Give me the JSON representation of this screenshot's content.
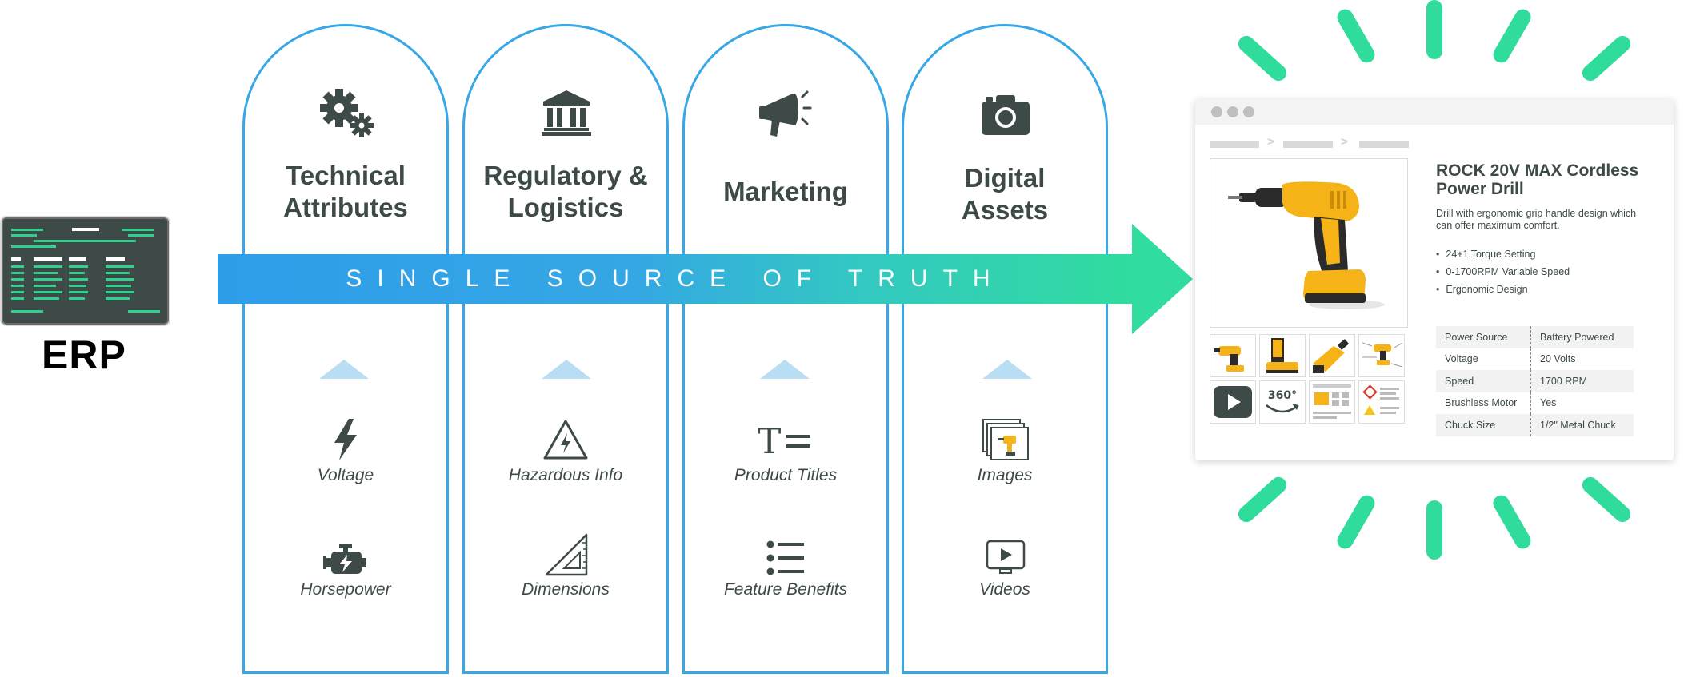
{
  "erp": {
    "label": "ERP",
    "icon": "erp-screen-icon"
  },
  "arrow": {
    "text": "SINGLE SOURCE OF TRUTH",
    "gradient": [
      "#2d9de9",
      "#30dc9e"
    ]
  },
  "colors": {
    "pillar_border": "#37a7e6",
    "triangle": "#b9def4",
    "burst": "#2fdc9c",
    "text": "#3d4a47"
  },
  "pillars": [
    {
      "title_lines": [
        "Technical",
        "Attributes"
      ],
      "icon": "gears-icon",
      "items": [
        {
          "label": "Voltage",
          "icon": "lightning-bolt-icon"
        },
        {
          "label": "Horsepower",
          "icon": "engine-icon"
        }
      ]
    },
    {
      "title_lines": [
        "Regulatory &",
        "Logistics"
      ],
      "icon": "institution-icon",
      "items": [
        {
          "label": "Hazardous Info",
          "icon": "hazard-warning-icon"
        },
        {
          "label": "Dimensions",
          "icon": "set-square-ruler-icon"
        }
      ]
    },
    {
      "title_lines": [
        "Marketing"
      ],
      "icon": "megaphone-icon",
      "items": [
        {
          "label": "Product Titles",
          "icon": "text-title-icon"
        },
        {
          "label": "Feature Benefits",
          "icon": "bullet-list-icon"
        }
      ]
    },
    {
      "title_lines": [
        "Digital",
        "Assets"
      ],
      "icon": "camera-icon",
      "items": [
        {
          "label": "Images",
          "icon": "image-stack-icon"
        },
        {
          "label": "Videos",
          "icon": "video-play-icon"
        }
      ]
    }
  ],
  "product": {
    "title": "ROCK 20V MAX Cordless Power Drill",
    "description": "Drill with ergonomic grip handle design which can offer maximum comfort.",
    "bullets": [
      "24+1 Torque Setting",
      "0-1700RPM Variable Speed",
      "Ergonomic Design"
    ],
    "specs": [
      {
        "key": "Power Source",
        "value": "Battery Powered"
      },
      {
        "key": "Voltage",
        "value": "20 Volts"
      },
      {
        "key": "Speed",
        "value": "1700 RPM"
      },
      {
        "key": "Brushless Motor",
        "value": "Yes"
      },
      {
        "key": "Chuck Size",
        "value": "1/2\" Metal Chuck"
      }
    ],
    "thumbs_row2": {
      "rotate_label": "360°"
    }
  }
}
